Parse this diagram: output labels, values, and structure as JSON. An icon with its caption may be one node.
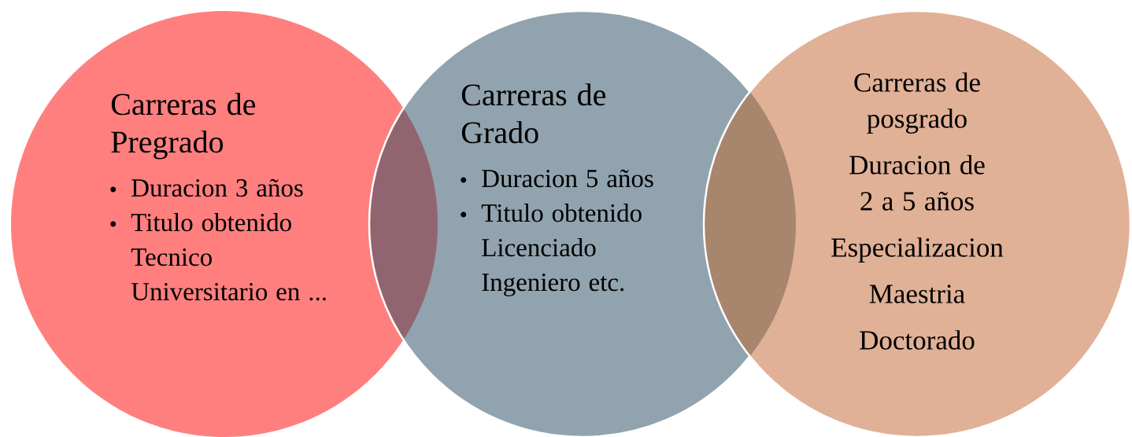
{
  "diagram": {
    "nodes": [
      {
        "text": [
          "Carreras de Pregrado",
          "Duracion 3 años",
          "Titulo obtenido Tecnico Universitario en ..."
        ]
      },
      {
        "text": [
          "Carreras de Grado",
          "Duracion 5 años",
          "Titulo obtenido Licenciado Ingeniero etc."
        ]
      },
      {
        "text": [
          "Carreras de posgrado",
          "Duracion de 2 a 5 años",
          "Especializacion",
          "Maestria",
          "Doctorado"
        ]
      }
    ]
  }
}
